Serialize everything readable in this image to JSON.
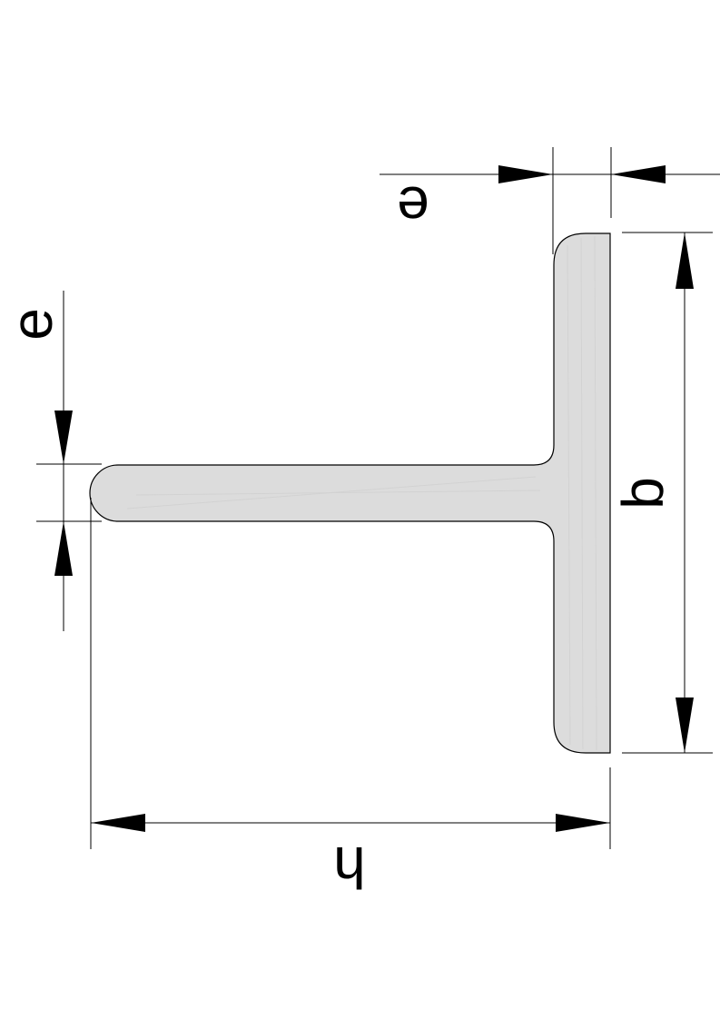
{
  "labels": {
    "flange_thickness": "e",
    "web_thickness": "e",
    "flange_width": "b",
    "height": "h"
  },
  "colors": {
    "profile_fill": "#dcdcdc",
    "line": "#000000",
    "background": "#ffffff"
  }
}
